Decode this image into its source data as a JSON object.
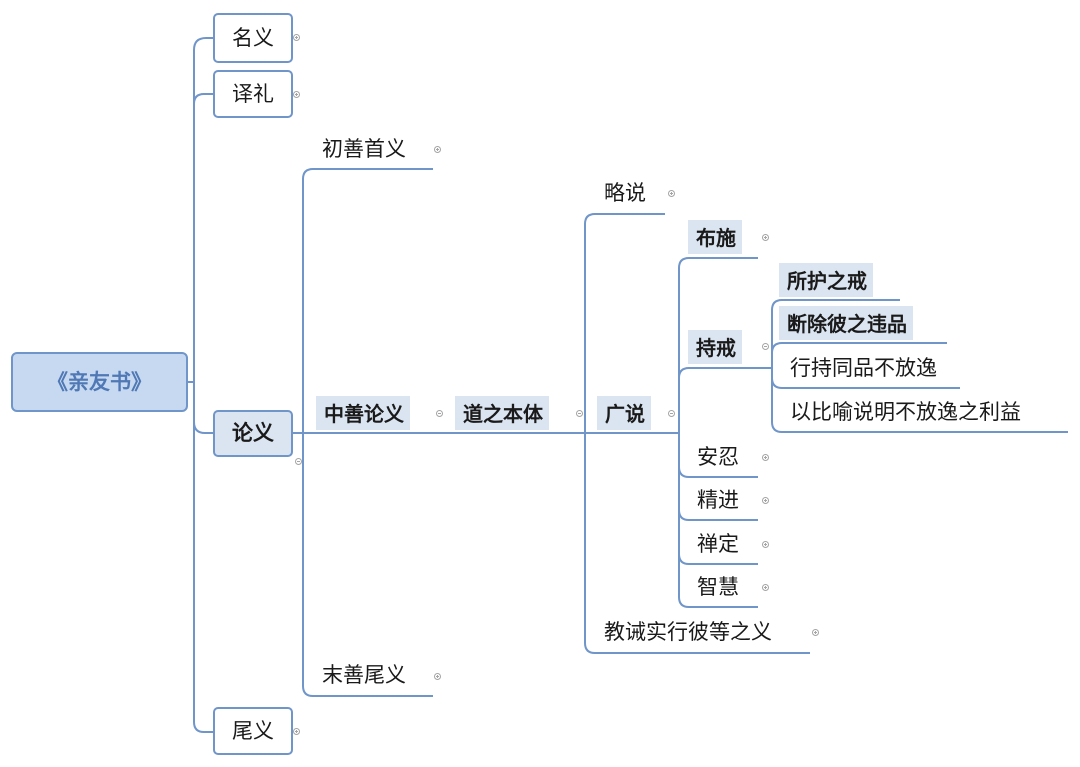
{
  "root": {
    "label": "《亲友书》"
  },
  "level1": {
    "ming_yi": "名义",
    "yi_li": "译礼",
    "lun_yi": "论义",
    "wei_yi": "尾义"
  },
  "level2": {
    "chu_shan": "初善首义",
    "zhong_shan": "中善论义",
    "mo_shan": "末善尾义"
  },
  "level3": {
    "dao_benti": "道之本体"
  },
  "level4": {
    "lue_shuo": "略说",
    "guang_shuo": "广说",
    "jiao_jie": "教诫实行彼等之义"
  },
  "level5": {
    "bu_shi": "布施",
    "chi_jie": "持戒",
    "an_ren": "安忍",
    "jing_jin": "精进",
    "chan_ding": "禅定",
    "zhi_hui": "智慧"
  },
  "level6": {
    "suo_hu": "所护之戒",
    "duan_chu": "断除彼之违品",
    "xing_chi": "行持同品不放逸",
    "yi_biyu": "以比喻说明不放逸之利益"
  },
  "colors": {
    "line": "#6f95c9",
    "root_fill": "#c6d9f1",
    "root_text": "#4f78b5",
    "highlight_fill": "#dbe5f1",
    "toggle": "#a5a5a5"
  }
}
